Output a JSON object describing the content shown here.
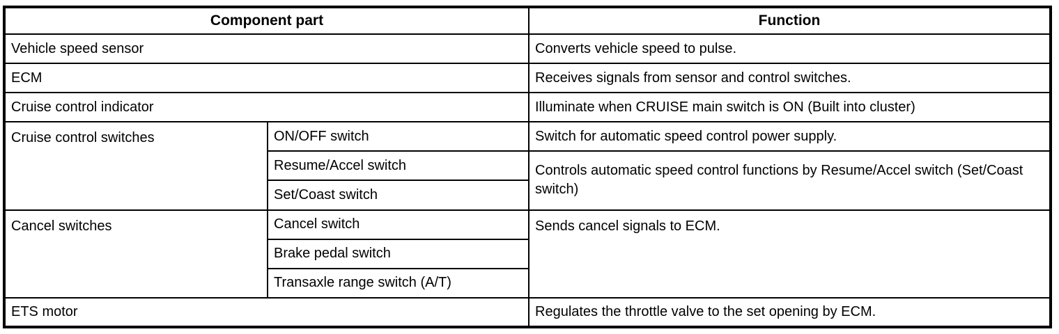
{
  "table": {
    "header": {
      "component_part": "Component part",
      "function": "Function"
    },
    "rows": [
      {
        "component": "Vehicle speed sensor",
        "function": "Converts vehicle speed to pulse."
      },
      {
        "component": "ECM",
        "function": "Receives signals from sensor and control switches."
      },
      {
        "component": "Cruise control indicator",
        "function": "Illuminate when CRUISE main switch is ON (Built into cluster)"
      },
      {
        "component": "Cruise control switches",
        "sub": "ON/OFF switch",
        "function": "Switch for automatic speed control power supply."
      },
      {
        "sub": "Resume/Accel switch",
        "function": "Controls automatic speed control functions by Resume/Accel switch (Set/Coast switch)"
      },
      {
        "sub": "Set/Coast switch"
      },
      {
        "component": "Cancel switches",
        "sub": "Cancel switch",
        "function": "Sends cancel signals to ECM."
      },
      {
        "sub": "Brake pedal switch"
      },
      {
        "sub": "Transaxle range switch (A/T)"
      },
      {
        "component": "ETS motor",
        "function": "Regulates the throttle valve to the set opening by ECM."
      }
    ]
  }
}
